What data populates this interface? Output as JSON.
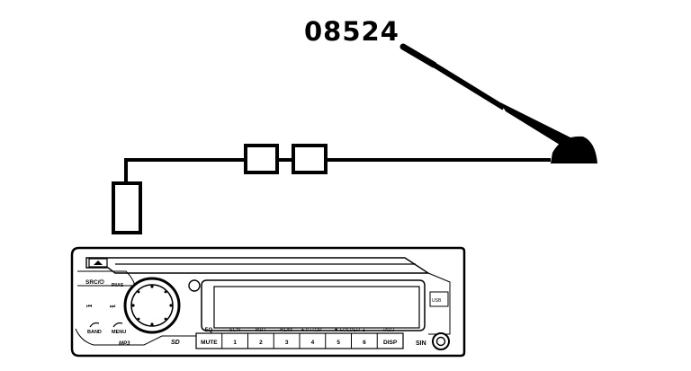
{
  "part_number": "08524",
  "radio": {
    "left_labels": {
      "src": "SRC/⏻",
      "pi_as": "PI/AS",
      "prev": "⏮",
      "next": "⏭",
      "band": "BAND",
      "menu": "MENU",
      "mp3": "MP3",
      "sd": "SD",
      "usb": "USB",
      "brand": "SIN"
    },
    "top_labels": {
      "eq": "EQ",
      "scn": "SCN",
      "rpt": "RPT",
      "rdm": "RDM",
      "top": "►II  ▪TOP",
      "folder": "▼ FOLDER ▲",
      "adj": "▪ADJ"
    },
    "buttons": [
      "MUTE",
      "1",
      "2",
      "3",
      "4",
      "5",
      "6",
      "DISP"
    ]
  },
  "colors": {
    "line": "#000000",
    "background": "#ffffff"
  }
}
